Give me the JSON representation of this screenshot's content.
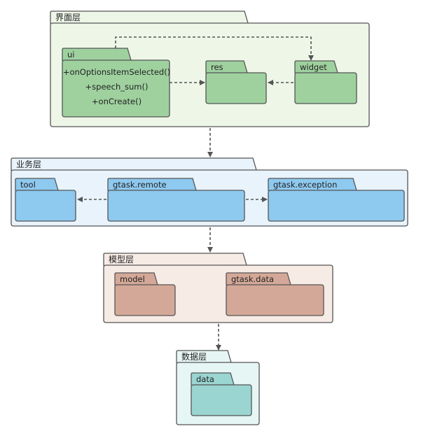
{
  "diagram": {
    "layers": [
      {
        "id": "ui-layer",
        "label": "界面层",
        "colors": {
          "fill": "#eef6e8",
          "tab": "#eef6e8",
          "stroke": "#555555"
        }
      },
      {
        "id": "business-layer",
        "label": "业务层",
        "colors": {
          "fill": "#e8f3fb",
          "tab": "#e8f3fb",
          "stroke": "#555555"
        }
      },
      {
        "id": "model-layer",
        "label": "模型层",
        "colors": {
          "fill": "#f7ebe6",
          "tab": "#f7ebe6",
          "stroke": "#555555"
        }
      },
      {
        "id": "data-layer",
        "label": "数据层",
        "colors": {
          "fill": "#e6f6f4",
          "tab": "#e6f6f4",
          "stroke": "#555555"
        }
      }
    ],
    "packages": [
      {
        "id": "ui",
        "label": "ui",
        "operations": [
          "+onOptionsItemSelected()",
          "+speech_sum()",
          "+onCreate()"
        ],
        "color": "#9fd19f"
      },
      {
        "id": "res",
        "label": "res",
        "color": "#9fd19f"
      },
      {
        "id": "widget",
        "label": "widget",
        "color": "#9fd19f"
      },
      {
        "id": "tool",
        "label": "tool",
        "color": "#8ec9ef"
      },
      {
        "id": "gtask-remote",
        "label": "gtask.remote",
        "color": "#8ec9ef"
      },
      {
        "id": "gtask-exception",
        "label": "gtask.exception",
        "color": "#8ec9ef"
      },
      {
        "id": "model",
        "label": "model",
        "color": "#d4a898"
      },
      {
        "id": "gtask-data",
        "label": "gtask.data",
        "color": "#d4a898"
      },
      {
        "id": "data",
        "label": "data",
        "color": "#9ad5d1"
      }
    ],
    "dependencies": [
      {
        "from": "ui",
        "to": "res"
      },
      {
        "from": "ui",
        "to": "widget"
      },
      {
        "from": "widget",
        "to": "res"
      },
      {
        "from": "ui-layer",
        "to": "business-layer"
      },
      {
        "from": "gtask-remote",
        "to": "tool"
      },
      {
        "from": "gtask-remote",
        "to": "gtask-exception"
      },
      {
        "from": "business-layer",
        "to": "model-layer"
      },
      {
        "from": "model-layer",
        "to": "data-layer"
      }
    ],
    "arrow_color": "#555555"
  }
}
